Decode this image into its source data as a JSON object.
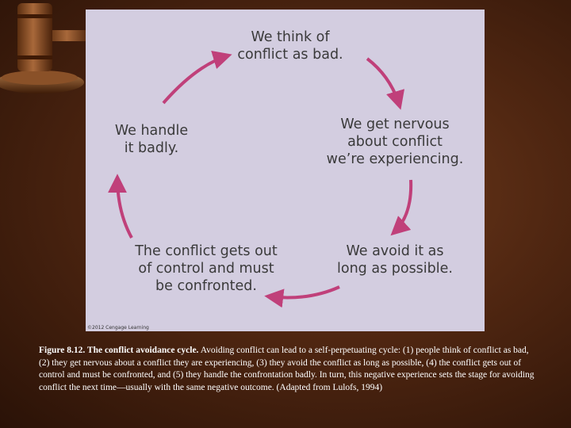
{
  "figure": {
    "stages": [
      {
        "id": "think",
        "text": "We think of\nconflict as bad."
      },
      {
        "id": "nervous",
        "text": "We get nervous\nabout conflict\nwe’re experiencing."
      },
      {
        "id": "avoid",
        "text": "We avoid it as\nlong as possible."
      },
      {
        "id": "confront",
        "text": "The conflict gets out\nof control and must\nbe confronted."
      },
      {
        "id": "handle",
        "text": "We handle\nit badly."
      }
    ],
    "credit": "©2012 Cengage Learning",
    "arrow_color": "#c0407a",
    "panel_color": "#d3cde0"
  },
  "caption": {
    "label": "Figure 8.12. The conflict avoidance cycle.",
    "body": "Avoiding conflict can lead to a self-perpetuating cycle: (1) people think of conflict as bad, (2) they get nervous about a conflict they are experiencing, (3) they avoid the conflict as long as possible, (4) the conflict gets out of control and must be confronted, and (5) they handle the confrontation badly. In turn, this negative experience sets the stage for avoiding conflict the next time—usually with the same negative outcome. (Adapted from Lulofs, 1994)"
  }
}
